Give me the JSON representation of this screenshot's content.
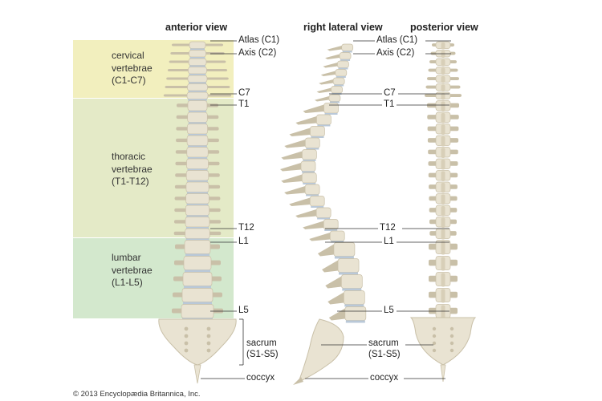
{
  "views": {
    "anterior": "anterior view",
    "lateral": "right lateral view",
    "posterior": "posterior view"
  },
  "regions": [
    {
      "lines": [
        "cervical",
        "vertebrae",
        "(C1-C7)"
      ],
      "color": "#f2efbe"
    },
    {
      "lines": [
        "thoracic",
        "vertebrae",
        "(T1-T12)"
      ],
      "color": "#e4eac7"
    },
    {
      "lines": [
        "lumbar",
        "vertebrae",
        "(L1-L5)"
      ],
      "color": "#d3e8cd"
    }
  ],
  "labels": {
    "atlas": "Atlas (C1)",
    "axis": "Axis (C2)",
    "c7": "C7",
    "t1": "T1",
    "t12": "T12",
    "l1": "L1",
    "l5": "L5",
    "sacrum": [
      "sacrum",
      "(S1-S5)"
    ],
    "coccyx": "coccyx"
  },
  "copyright": "© 2013 Encyclopædia Britannica, Inc.",
  "colors": {
    "bone": "#e9e3d2",
    "bone_dark": "#c9c0a8",
    "disc": "#b9c8d8",
    "leader": "#333333"
  }
}
